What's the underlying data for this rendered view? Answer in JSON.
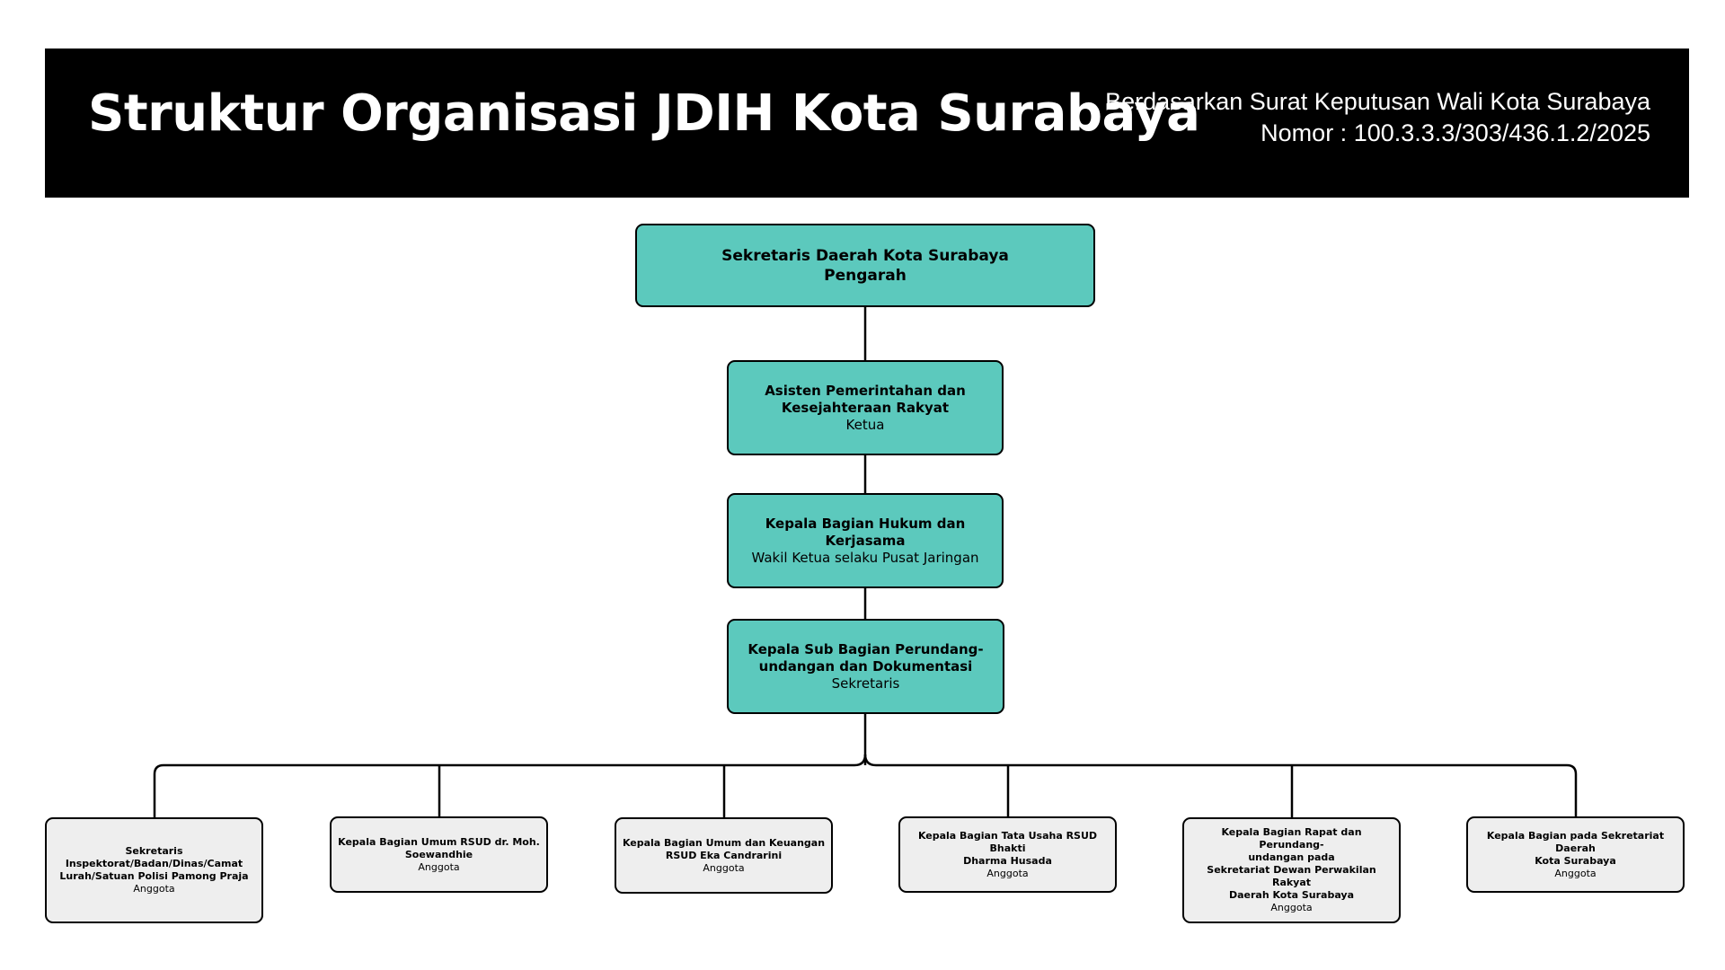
{
  "header": {
    "title": "Struktur Organisasi JDIH Kota Surabaya",
    "basis_line1": "Berdasarkan Surat Keputusan Wali Kota Surabaya",
    "basis_line2": "Nomor : 100.3.3.3/303/436.1.2/2025"
  },
  "top": {
    "name": "Sekretaris Daerah Kota Surabaya\nPengarah"
  },
  "chain": [
    {
      "name": "Asisten Pemerintahan dan\nKesejahteraan Rakyat",
      "role": "Ketua"
    },
    {
      "name": "Kepala Bagian Hukum dan Kerjasama",
      "role": "Wakil Ketua selaku Pusat Jaringan"
    },
    {
      "name": "Kepala Sub Bagian Perundang-\nundangan dan Dokumentasi",
      "role": "Sekretaris"
    }
  ],
  "members": [
    {
      "name": "Sekretaris\nInspektorat/Badan/Dinas/Camat\nLurah/Satuan Polisi Pamong Praja",
      "role": "Anggota"
    },
    {
      "name": "Kepala Bagian Umum RSUD dr. Moh.\nSoewandhie",
      "role": "Anggota"
    },
    {
      "name": "Kepala Bagian Umum dan Keuangan\nRSUD Eka Candrarini",
      "role": "Anggota"
    },
    {
      "name": "Kepala Bagian Tata Usaha RSUD Bhakti\nDharma Husada",
      "role": "Anggota"
    },
    {
      "name": "Kepala Bagian Rapat dan Perundang-\nundangan pada\nSekretariat Dewan Perwakilan Rakyat\nDaerah Kota Surabaya",
      "role": "Anggota"
    },
    {
      "name": "Kepala Bagian pada Sekretariat Daerah\nKota Surabaya",
      "role": "Anggota"
    }
  ],
  "colors": {
    "header_bg": "#000000",
    "leader_box": "#5cc9bd",
    "member_box": "#eeeeee"
  }
}
